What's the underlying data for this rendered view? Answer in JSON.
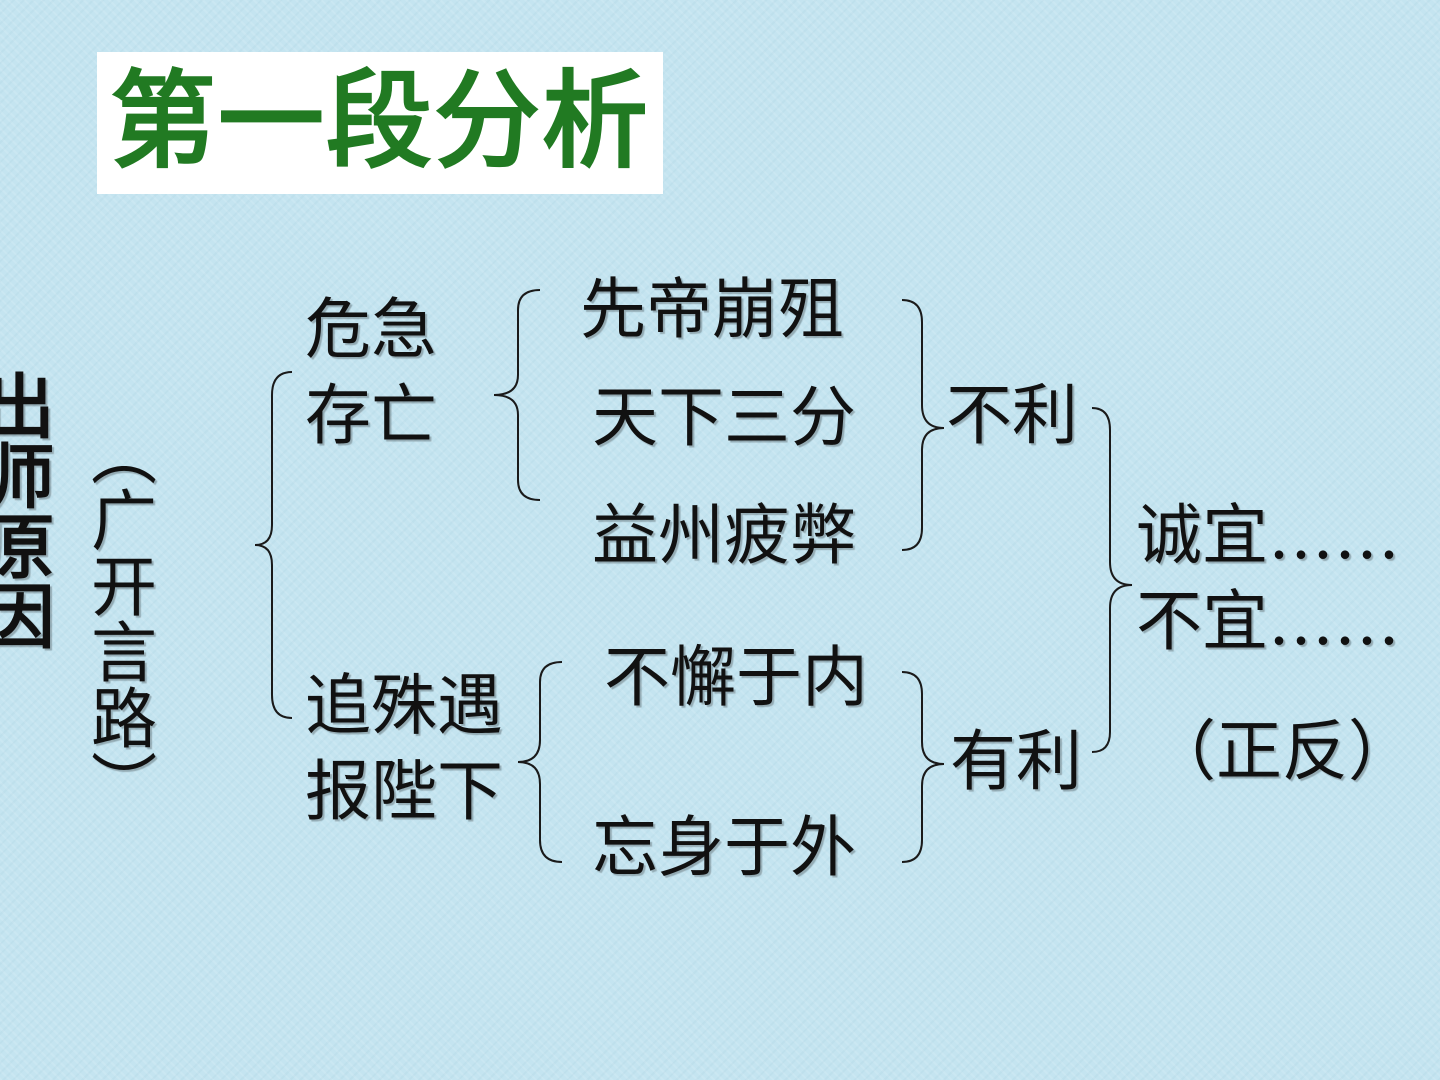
{
  "title": "第一段分析",
  "left_label": "出师原因",
  "vertical_label": "（广开言路）",
  "branch_top": {
    "line1": "危急",
    "line2": "存亡"
  },
  "branch_bottom": {
    "line1": "追殊遇",
    "line2": "报陛下"
  },
  "top_items": [
    "先帝崩殂",
    "天下三分",
    "益州疲弊"
  ],
  "bottom_items": [
    "不懈于内",
    "忘身于外"
  ],
  "unfavorable": "不利",
  "favorable": "有利",
  "conclusion": {
    "line1": "诚宜……",
    "line2": "不宜……",
    "note": "（正反）"
  }
}
